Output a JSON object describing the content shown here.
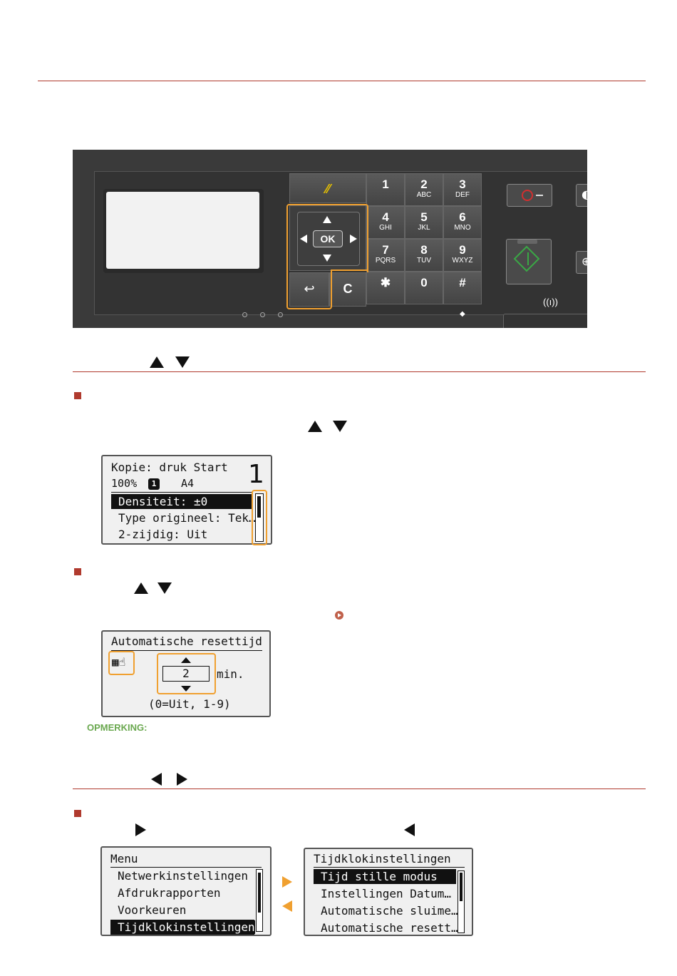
{
  "panel": {
    "keys": [
      {
        "n": "1",
        "l": ""
      },
      {
        "n": "2",
        "l": "ABC"
      },
      {
        "n": "3",
        "l": "DEF"
      },
      {
        "n": "4",
        "l": "GHI"
      },
      {
        "n": "5",
        "l": "JKL"
      },
      {
        "n": "6",
        "l": "MNO"
      },
      {
        "n": "7",
        "l": "PQRS"
      },
      {
        "n": "8",
        "l": "TUV"
      },
      {
        "n": "9",
        "l": "WXYZ"
      },
      {
        "n": "✱",
        "l": ""
      },
      {
        "n": "0",
        "l": ""
      },
      {
        "n": "#",
        "l": ""
      }
    ],
    "ok_label": "OK",
    "clear_label": "C",
    "wifi_label": "((ı))",
    "colors": {
      "panel": "#3a3a3a",
      "highlight": "#f0a030",
      "start": "#3aa845",
      "stop": "#d32f2f"
    }
  },
  "screen_copy": {
    "line1": "Kopie: druk Start",
    "count": "1",
    "zoom": "100%",
    "tray": "1",
    "paper": "A4",
    "items": [
      "Densiteit: ±0",
      "Type origineel: Tek…",
      "2-zijdig: Uit"
    ]
  },
  "screen_reset": {
    "title": "Automatische resettijd",
    "value": "2",
    "unit": "min.",
    "range": "(0=Uit, 1-9)"
  },
  "note_label": "OPMERKING:",
  "screen_menu": {
    "title": "Menu",
    "items": [
      "Netwerkinstellingen",
      "Afdrukrapporten",
      "Voorkeuren",
      "Tijdklokinstellingen"
    ]
  },
  "screen_timer": {
    "title": "Tijdklokinstellingen",
    "items": [
      "Tijd stille modus",
      "Instellingen Datum…",
      "Automatische sluime…",
      "Automatische resett…"
    ]
  }
}
